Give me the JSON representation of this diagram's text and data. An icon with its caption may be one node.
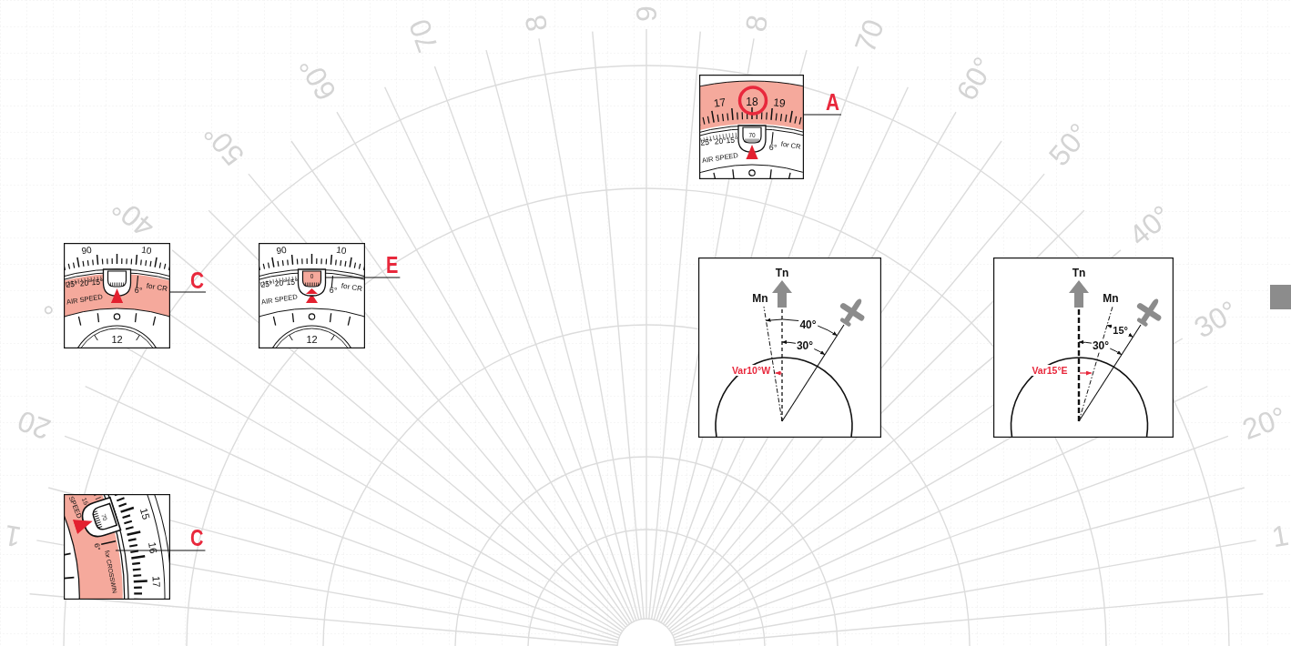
{
  "diagram": {
    "nodes": [
      {
        "text": [
          "90",
          "10",
          "25° 20°15°",
          "6°",
          "for CR",
          "AIR SPEED",
          "12"
        ]
      },
      {
        "text": [
          "C"
        ]
      },
      {
        "text": [
          "90",
          "10",
          "25° 20°15°",
          "6°",
          "for CR",
          "AIR SPEED",
          "12"
        ]
      },
      {
        "text": [
          "0"
        ],
        "in": 2
      },
      {
        "text": [
          "E"
        ]
      },
      {
        "text": [
          "SPEED",
          "15",
          "70",
          "15",
          "6°",
          "16",
          "for CROSSWIN",
          "17"
        ]
      },
      {
        "text": [
          "C"
        ]
      },
      {
        "text": [
          "17",
          "18",
          "19",
          "70",
          "25° 20°15°",
          "6°",
          "for CR",
          "AIR SPEED"
        ]
      },
      {
        "text": [
          "A"
        ]
      },
      {
        "text": [
          "Tn",
          "Mn",
          "40°",
          "30°",
          "Var10°W"
        ]
      },
      {
        "text": [
          "Tn",
          "Mn",
          "15°",
          "30°",
          "Var15°E"
        ]
      }
    ],
    "edges": [
      {
        "from": 1,
        "to": 0,
        "arrow": "none"
      },
      {
        "from": 4,
        "to": 3,
        "arrow": "none"
      },
      {
        "from": 6,
        "to": 5,
        "arrow": "none"
      },
      {
        "from": 8,
        "to": 7,
        "arrow": "none"
      }
    ],
    "labels": [
      "1",
      "20",
      "°",
      "40°",
      "50°",
      "60°",
      "70",
      "8",
      "9",
      "8",
      "70",
      "60°",
      "50°",
      "40°",
      "30°",
      "20°",
      "1"
    ]
  }
}
